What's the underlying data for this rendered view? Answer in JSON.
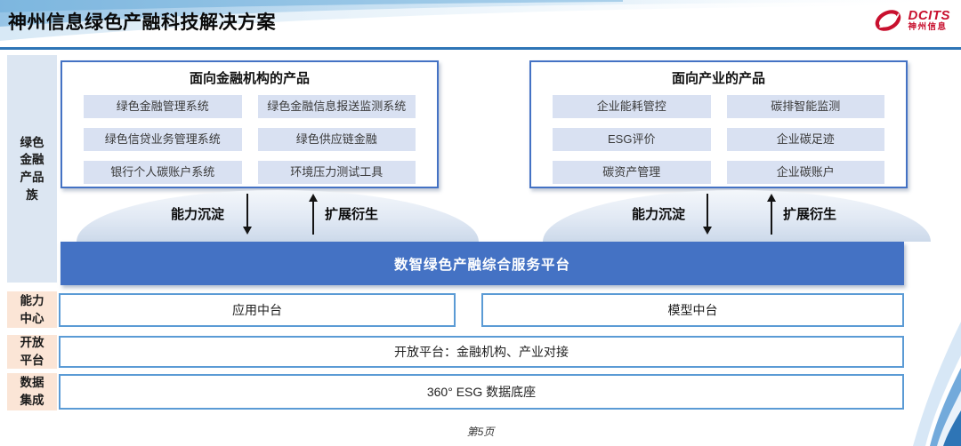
{
  "header": {
    "title": "神州信息绿色产融科技解决方案",
    "logo": {
      "brand": "DCITS",
      "brand_cn": "神州信息"
    }
  },
  "sidebar": {
    "product_family": "绿色\n金融\n产品\n族",
    "capability_center": "能力\n中心",
    "open_platform": "开放\n平台",
    "data_integration": "数据\n集成"
  },
  "finance_box": {
    "title": "面向金融机构的产品",
    "items": [
      "绿色金融管理系统",
      "绿色金融信息报送监测系统",
      "绿色信贷业务管理系统",
      "绿色供应链金融",
      "银行个人碳账户系统",
      "环境压力测试工具"
    ]
  },
  "industry_box": {
    "title": "面向产业的产品",
    "items": [
      "企业能耗管控",
      "碳排智能监测",
      "ESG评价",
      "企业碳足迹",
      "碳资产管理",
      "企业碳账户"
    ]
  },
  "flows": {
    "down_label": "能力沉淀",
    "up_label": "扩展衍生"
  },
  "platform_bar": {
    "label": "数智绿色产融综合服务平台"
  },
  "capability_row": {
    "left": "应用中台",
    "right": "模型中台"
  },
  "open_platform_row": {
    "label": "开放平台：金融机构、产业对接"
  },
  "data_row": {
    "label": "360° ESG 数据底座"
  },
  "footer": {
    "page_label": "第5页"
  },
  "colors": {
    "accent_blue": "#4472c4",
    "border_blue": "#5b9bd5",
    "header_line_blue": "#2e75b6",
    "item_bg": "#d9e1f2",
    "sidebar_blue": "#dce6f2",
    "sidebar_peach": "#fbe5d6",
    "logo_red": "#c8102e"
  }
}
